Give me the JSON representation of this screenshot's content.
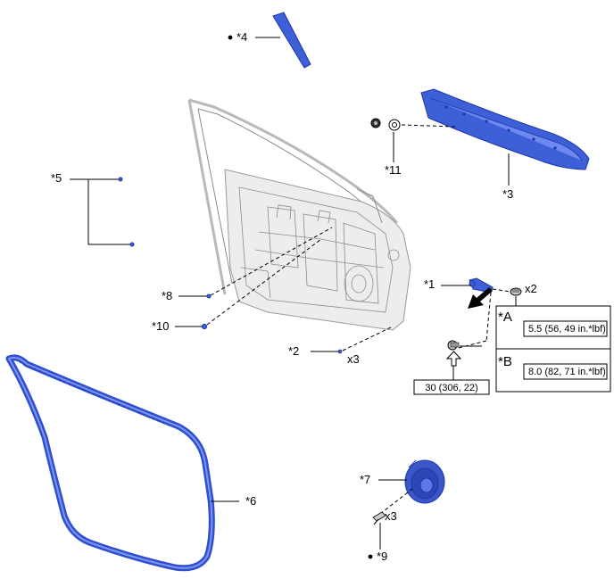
{
  "callouts": {
    "c1": "*1",
    "c2": "*2",
    "c3": "*3",
    "c4": "*4",
    "c5": "*5",
    "c6": "*6",
    "c7": "*7",
    "c8": "*8",
    "c9": "*9",
    "c10": "*10",
    "c11": "*11"
  },
  "quantities": {
    "q2": "x3",
    "q1_bolts": "x2",
    "q9": "x3"
  },
  "bullet": "●",
  "torque_main": "30 (306, 22)",
  "legend": {
    "a_key": "*A",
    "a_value": "5.5 (56, 49 in.*lbf)",
    "b_key": "*B",
    "b_value": "8.0 (82, 71 in.*lbf)"
  },
  "colors": {
    "part_blue": "#3d5fd8",
    "frame_gray": "#b9b9b9"
  }
}
